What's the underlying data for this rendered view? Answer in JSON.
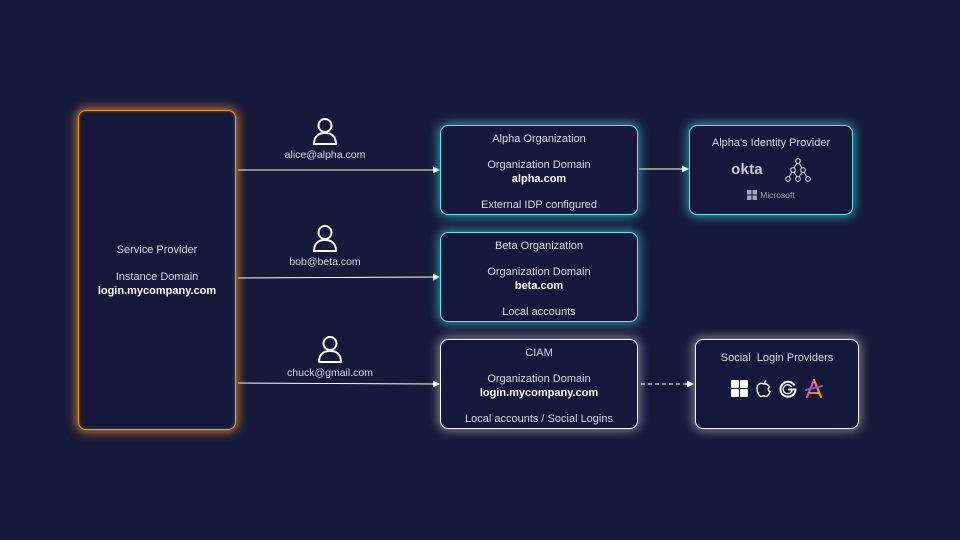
{
  "service_provider": {
    "title": "Service Provider",
    "domain_label": "Instance Domain",
    "domain_value": "login.mycompany.com"
  },
  "users": [
    {
      "email": "alice@alpha.com",
      "icon": "user-icon"
    },
    {
      "email": "bob@beta.com",
      "icon": "user-icon"
    },
    {
      "email": "chuck@gmail.com",
      "icon": "user-icon"
    }
  ],
  "organizations": [
    {
      "title": "Alpha Organization",
      "domain_label": "Organization Domain",
      "domain_value": "alpha.com",
      "note": "External IDP configured"
    },
    {
      "title": "Beta Organization",
      "domain_label": "Organization Domain",
      "domain_value": "beta.com",
      "note": "Local accounts"
    },
    {
      "title": "CIAM",
      "domain_label": "Organization Domain",
      "domain_value": "login.mycompany.com",
      "note": "Local accounts / Social Logins"
    }
  ],
  "identity_provider": {
    "title": "Alpha's Identity Provider",
    "okta": "okta",
    "microsoft": "Microsoft",
    "icons": [
      "okta-logo",
      "org-hierarchy-icon",
      "microsoft-logo"
    ]
  },
  "social_providers": {
    "title": "Social  Login Providers",
    "icons": [
      "windows-logo",
      "apple-logo",
      "google-logo",
      "multicolor-a-logo"
    ]
  },
  "colors": {
    "background": "#16193a",
    "service_provider_border": "#f59a23",
    "org_border_teal": "#5ce8e6",
    "ciam_border": "#f2f3f8"
  }
}
